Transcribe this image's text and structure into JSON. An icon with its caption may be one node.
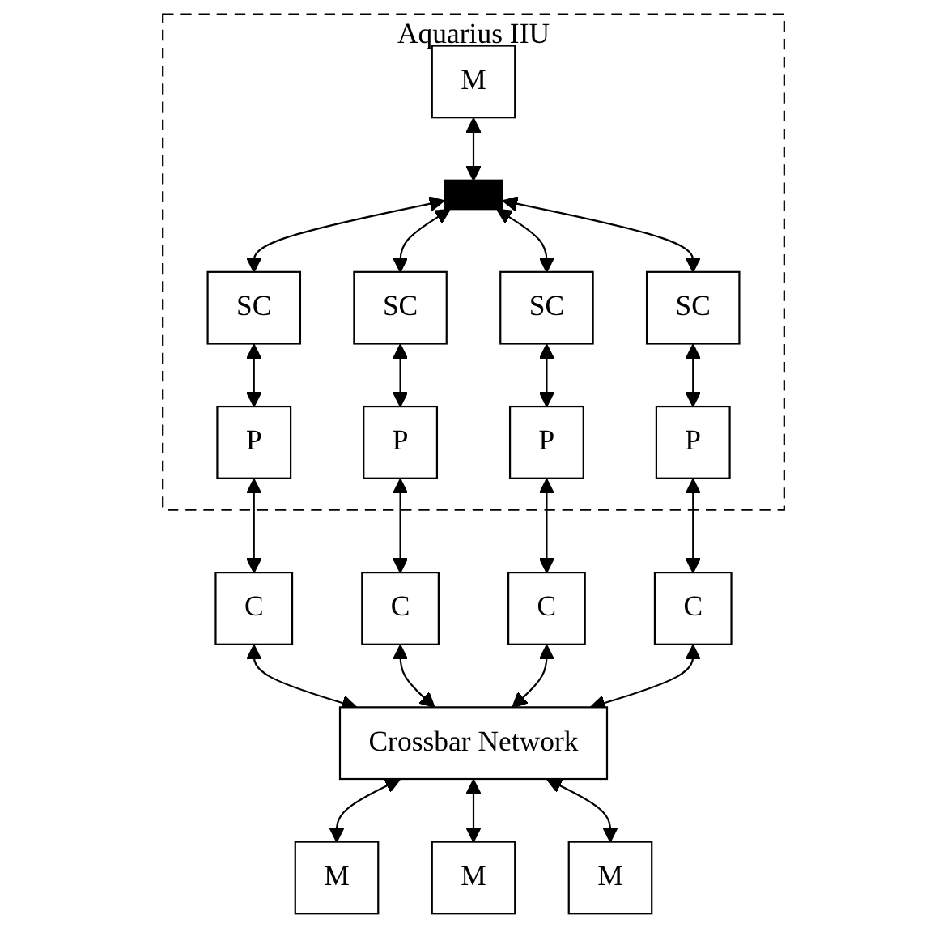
{
  "diagram": {
    "nodes": [
      {
        "text": [
          "Aquarius IIU"
        ]
      },
      {
        "text": [
          "M"
        ],
        "in": 0
      },
      {
        "text": [],
        "shape": "bar",
        "in": 0
      },
      {
        "text": [
          "SC"
        ],
        "in": 0
      },
      {
        "text": [
          "SC"
        ],
        "in": 0
      },
      {
        "text": [
          "SC"
        ],
        "in": 0
      },
      {
        "text": [
          "SC"
        ],
        "in": 0
      },
      {
        "text": [
          "P"
        ],
        "in": 0
      },
      {
        "text": [
          "P"
        ],
        "in": 0
      },
      {
        "text": [
          "P"
        ],
        "in": 0
      },
      {
        "text": [
          "P"
        ],
        "in": 0
      },
      {
        "text": [
          "C"
        ]
      },
      {
        "text": [
          "C"
        ]
      },
      {
        "text": [
          "C"
        ]
      },
      {
        "text": [
          "C"
        ]
      },
      {
        "text": [
          "Crossbar Network"
        ]
      },
      {
        "text": [
          "M"
        ]
      },
      {
        "text": [
          "M"
        ]
      },
      {
        "text": [
          "M"
        ]
      }
    ],
    "edges": [
      {
        "from": 1,
        "to": 2,
        "arrow": "both"
      },
      {
        "from": 2,
        "to": 3,
        "arrow": "both"
      },
      {
        "from": 2,
        "to": 4,
        "arrow": "both"
      },
      {
        "from": 2,
        "to": 5,
        "arrow": "both"
      },
      {
        "from": 2,
        "to": 6,
        "arrow": "both"
      },
      {
        "from": 3,
        "to": 7,
        "arrow": "both"
      },
      {
        "from": 4,
        "to": 8,
        "arrow": "both"
      },
      {
        "from": 5,
        "to": 9,
        "arrow": "both"
      },
      {
        "from": 6,
        "to": 10,
        "arrow": "both"
      },
      {
        "from": 7,
        "to": 11,
        "arrow": "both"
      },
      {
        "from": 8,
        "to": 12,
        "arrow": "both"
      },
      {
        "from": 9,
        "to": 13,
        "arrow": "both"
      },
      {
        "from": 10,
        "to": 14,
        "arrow": "both"
      },
      {
        "from": 11,
        "to": 15,
        "arrow": "both"
      },
      {
        "from": 12,
        "to": 15,
        "arrow": "both"
      },
      {
        "from": 13,
        "to": 15,
        "arrow": "both"
      },
      {
        "from": 14,
        "to": 15,
        "arrow": "both"
      },
      {
        "from": 15,
        "to": 16,
        "arrow": "both"
      },
      {
        "from": 15,
        "to": 17,
        "arrow": "both"
      },
      {
        "from": 15,
        "to": 18,
        "arrow": "both"
      }
    ]
  }
}
